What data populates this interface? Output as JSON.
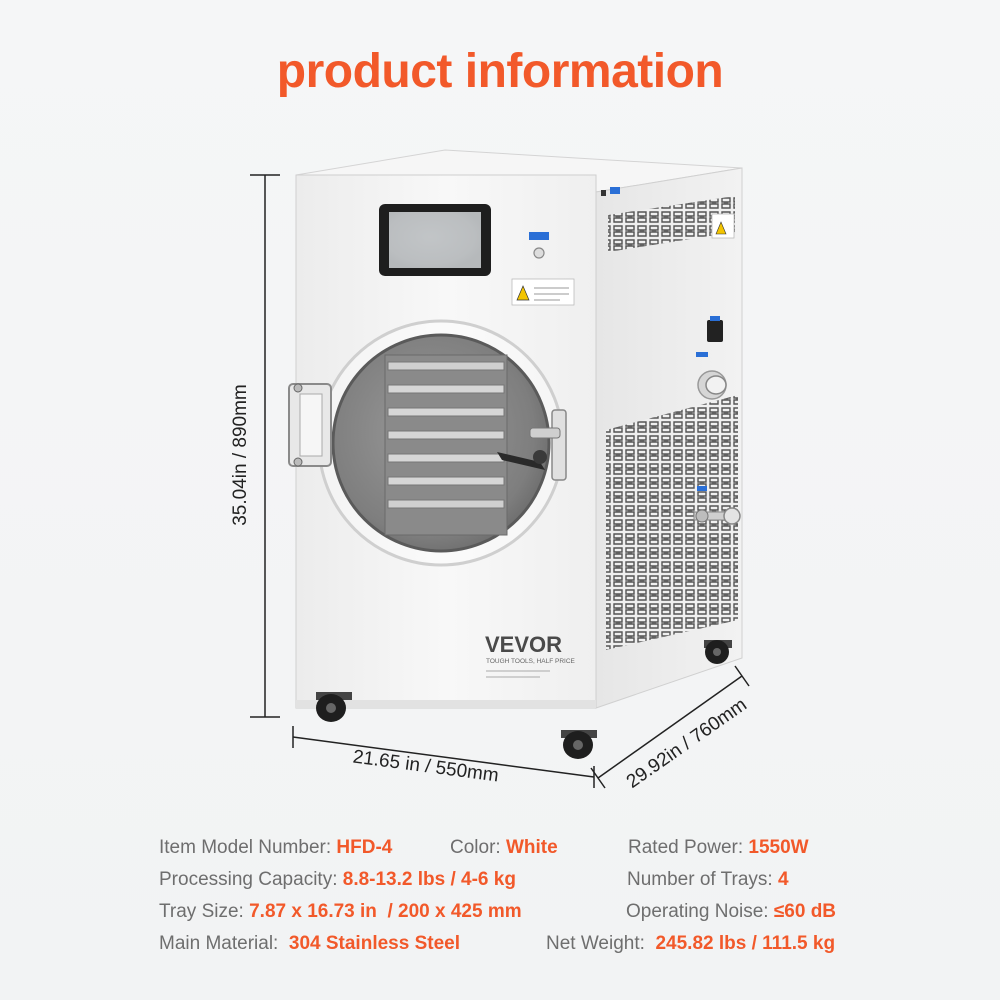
{
  "title": "product information",
  "brand": {
    "name": "VEVOR",
    "tagline": "TOUGH TOOLS, HALF PRICE"
  },
  "dimensions": {
    "height": "35.04in / 890mm",
    "width": "21.65 in / 550mm",
    "depth": "29.92in / 760mm"
  },
  "specs": {
    "model": {
      "label": "Item Model Number: ",
      "value": "HFD-4"
    },
    "color": {
      "label": "Color: ",
      "value": "White"
    },
    "power": {
      "label": "Rated Power: ",
      "value": "1550W"
    },
    "capacity": {
      "label": "Processing Capacity: ",
      "value": "8.8-13.2 lbs / 4-6 kg"
    },
    "trays": {
      "label": "Number of Trays: ",
      "value": "4"
    },
    "tray_size": {
      "label": "Tray Size: ",
      "value": "7.87 x 16.73 in  / 200 x 425 mm"
    },
    "noise": {
      "label": "Operating Noise: ",
      "value": "≤60 dB"
    },
    "material": {
      "label": "Main Material: ",
      "value": " 304 Stainless Steel"
    },
    "weight": {
      "label": "Net Weight: ",
      "value": " 245.82 lbs / 111.5 kg"
    }
  },
  "colors": {
    "accent": "#f2592a",
    "label": "#6e6e6e",
    "body": "#f7f7f7"
  }
}
